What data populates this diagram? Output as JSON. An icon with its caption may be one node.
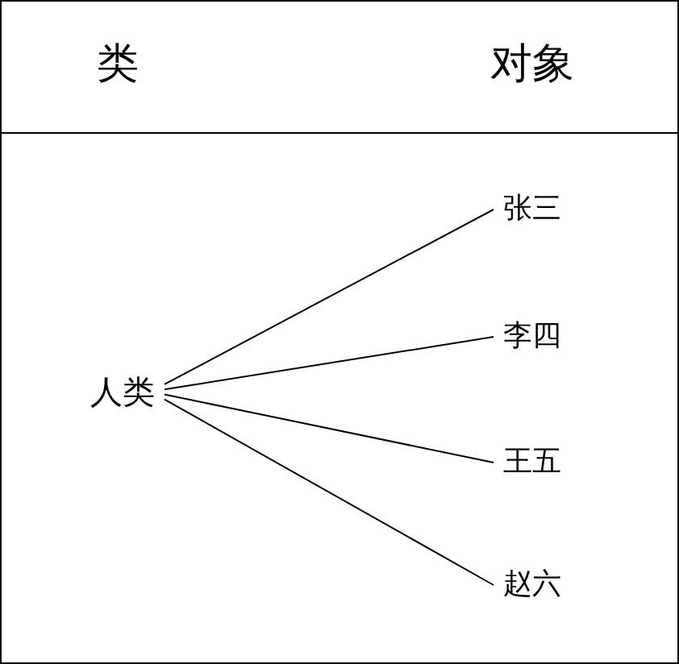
{
  "diagram": {
    "nodes": [
      {
        "text": [
          "人类"
        ]
      },
      {
        "text": [
          "张三"
        ]
      },
      {
        "text": [
          "李四"
        ]
      },
      {
        "text": [
          "王五"
        ]
      },
      {
        "text": [
          "赵六"
        ]
      }
    ],
    "edges": [
      {
        "from": 0,
        "to": 1,
        "arrow": "none"
      },
      {
        "from": 0,
        "to": 2,
        "arrow": "none"
      },
      {
        "from": 0,
        "to": 3,
        "arrow": "none"
      },
      {
        "from": 0,
        "to": 4,
        "arrow": "none"
      }
    ],
    "labels": [
      "类",
      "对象"
    ]
  }
}
